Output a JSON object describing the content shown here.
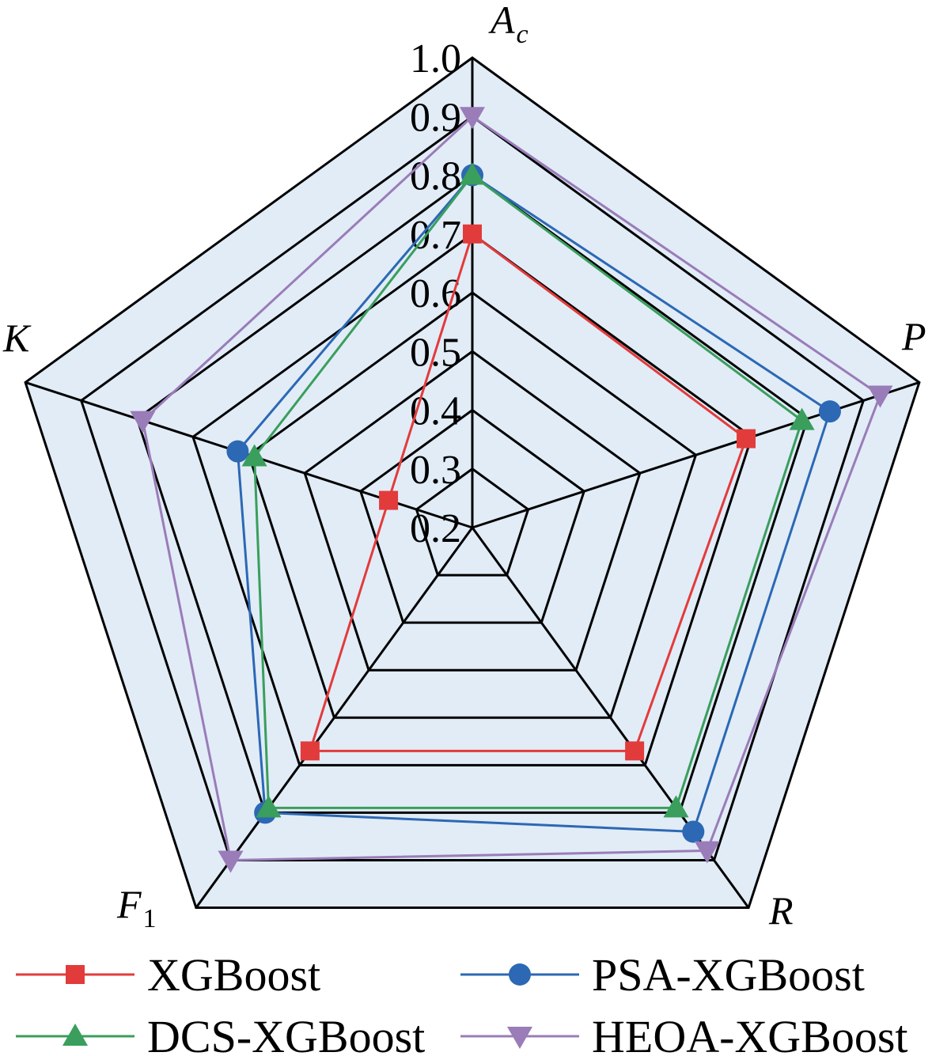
{
  "chart_data": {
    "type": "radar",
    "title": "",
    "axes": [
      {
        "name": "A",
        "sub": "c"
      },
      {
        "name": "P",
        "sub": ""
      },
      {
        "name": "R",
        "sub": ""
      },
      {
        "name": "F",
        "sub": "1"
      },
      {
        "name": "K",
        "sub": ""
      }
    ],
    "rlim": [
      0.2,
      1.0
    ],
    "ticks": [
      "0.2",
      "0.3",
      "0.4",
      "0.5",
      "0.6",
      "0.7",
      "0.8",
      "0.9",
      "1.0"
    ],
    "tick_values": [
      0.2,
      0.3,
      0.4,
      0.5,
      0.6,
      0.7,
      0.8,
      0.9,
      1.0
    ],
    "grid": true,
    "legend_position": "bottom",
    "series": [
      {
        "name": "XGBoost",
        "color": "#e23b3b",
        "marker": "square",
        "values": [
          0.7,
          0.69,
          0.67,
          0.67,
          0.35
        ]
      },
      {
        "name": "PSA-XGBoost",
        "color": "#2c68b4",
        "marker": "circle",
        "values": [
          0.8,
          0.84,
          0.84,
          0.8,
          0.62
        ]
      },
      {
        "name": "DCS-XGBoost",
        "color": "#3a9e5c",
        "marker": "triangle-up",
        "values": [
          0.8,
          0.79,
          0.79,
          0.79,
          0.59
        ]
      },
      {
        "name": "HEOA-XGBoost",
        "color": "#9a7cb8",
        "marker": "triangle-down",
        "values": [
          0.9,
          0.93,
          0.88,
          0.9,
          0.79
        ]
      }
    ],
    "background_color": "#e1ecf7"
  }
}
